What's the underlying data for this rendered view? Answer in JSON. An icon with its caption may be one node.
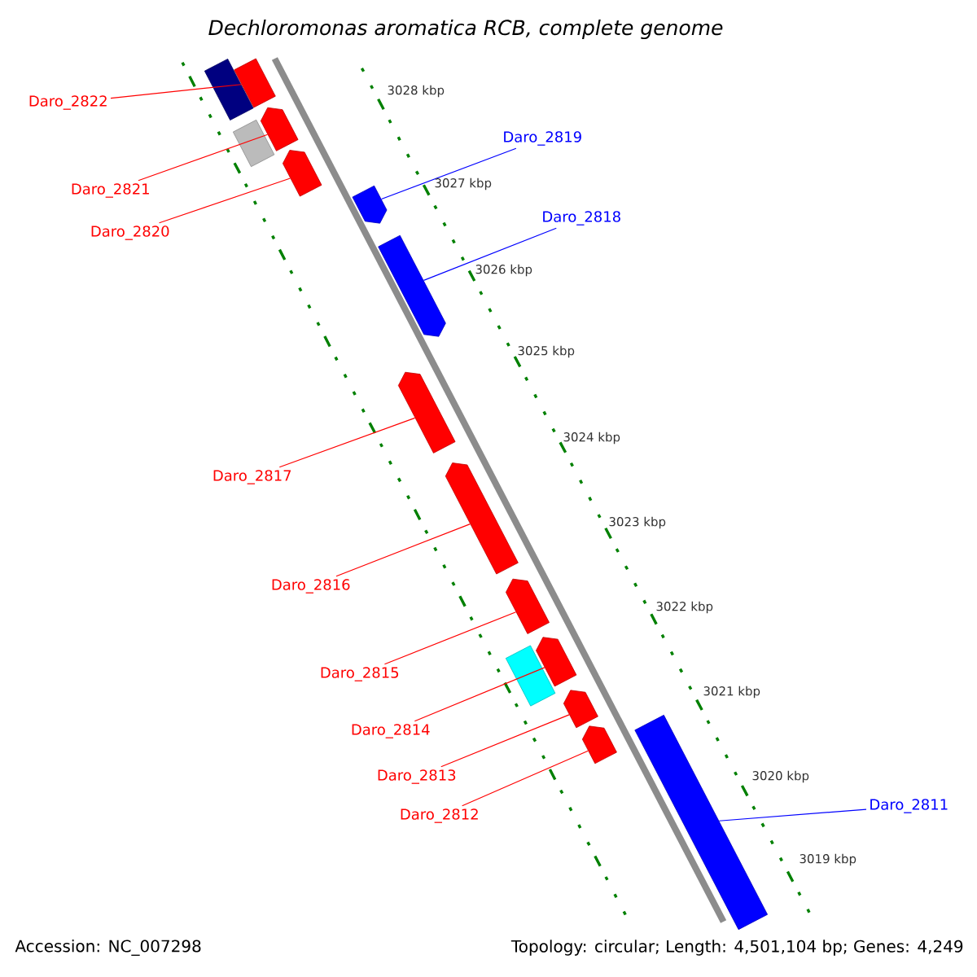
{
  "diagram": {
    "title": "Dechloromonas aromatica RCB, complete genome",
    "nodes": [
      {
        "text": [
          "Daro_2822"
        ]
      },
      {
        "text": [
          "Daro_2821"
        ]
      },
      {
        "text": [
          "Daro_2820"
        ]
      },
      {
        "text": [
          "Daro_2819"
        ]
      },
      {
        "text": [
          "Daro_2818"
        ]
      },
      {
        "text": [
          "Daro_2817"
        ]
      },
      {
        "text": [
          "Daro_2816"
        ]
      },
      {
        "text": [
          "Daro_2815"
        ]
      },
      {
        "text": [
          "Daro_2814"
        ]
      },
      {
        "text": [
          "Daro_2813"
        ]
      },
      {
        "text": [
          "Daro_2812"
        ]
      },
      {
        "text": [
          "Daro_2811"
        ]
      },
      {
        "text": [],
        "shape": "box"
      },
      {
        "text": [],
        "shape": "box"
      },
      {
        "text": [],
        "shape": "box"
      },
      {
        "text": [],
        "shape": "pentagon"
      },
      {
        "text": [],
        "shape": "pentagon"
      },
      {
        "text": [],
        "shape": "pentagon"
      },
      {
        "text": [],
        "shape": "pentagon"
      },
      {
        "text": [],
        "shape": "pentagon"
      },
      {
        "text": [],
        "shape": "pentagon"
      },
      {
        "text": [],
        "shape": "pentagon"
      },
      {
        "text": [],
        "shape": "box"
      },
      {
        "text": [],
        "shape": "pentagon"
      },
      {
        "text": [],
        "shape": "pentagon"
      },
      {
        "text": [],
        "shape": "pentagon"
      },
      {
        "text": [],
        "shape": "box"
      }
    ],
    "edges": [
      {
        "from": 0,
        "to": 13,
        "arrow": "none"
      },
      {
        "from": 1,
        "to": 15,
        "arrow": "none"
      },
      {
        "from": 2,
        "to": 16,
        "arrow": "none"
      },
      {
        "from": 3,
        "to": 17,
        "arrow": "none",
        "color": "#0000ff"
      },
      {
        "from": 4,
        "to": 18,
        "arrow": "none",
        "color": "#0000ff"
      },
      {
        "from": 5,
        "to": 19,
        "arrow": "none"
      },
      {
        "from": 6,
        "to": 20,
        "arrow": "none"
      },
      {
        "from": 7,
        "to": 21,
        "arrow": "none"
      },
      {
        "from": 8,
        "to": 23,
        "arrow": "none"
      },
      {
        "from": 9,
        "to": 24,
        "arrow": "none"
      },
      {
        "from": 10,
        "to": 25,
        "arrow": "none"
      },
      {
        "from": 11,
        "to": 26,
        "arrow": "none",
        "color": "#0000ff"
      }
    ],
    "labels": [
      "3028 kbp",
      "3027 kbp",
      "3026 kbp",
      "3025 kbp",
      "3024 kbp",
      "3023 kbp",
      "3022 kbp",
      "3021 kbp",
      "3020 kbp",
      "3019 kbp",
      "Accession: NC_007298",
      "Topology: circular; Length: 4,501,104 bp; Genes: 4,249"
    ]
  }
}
